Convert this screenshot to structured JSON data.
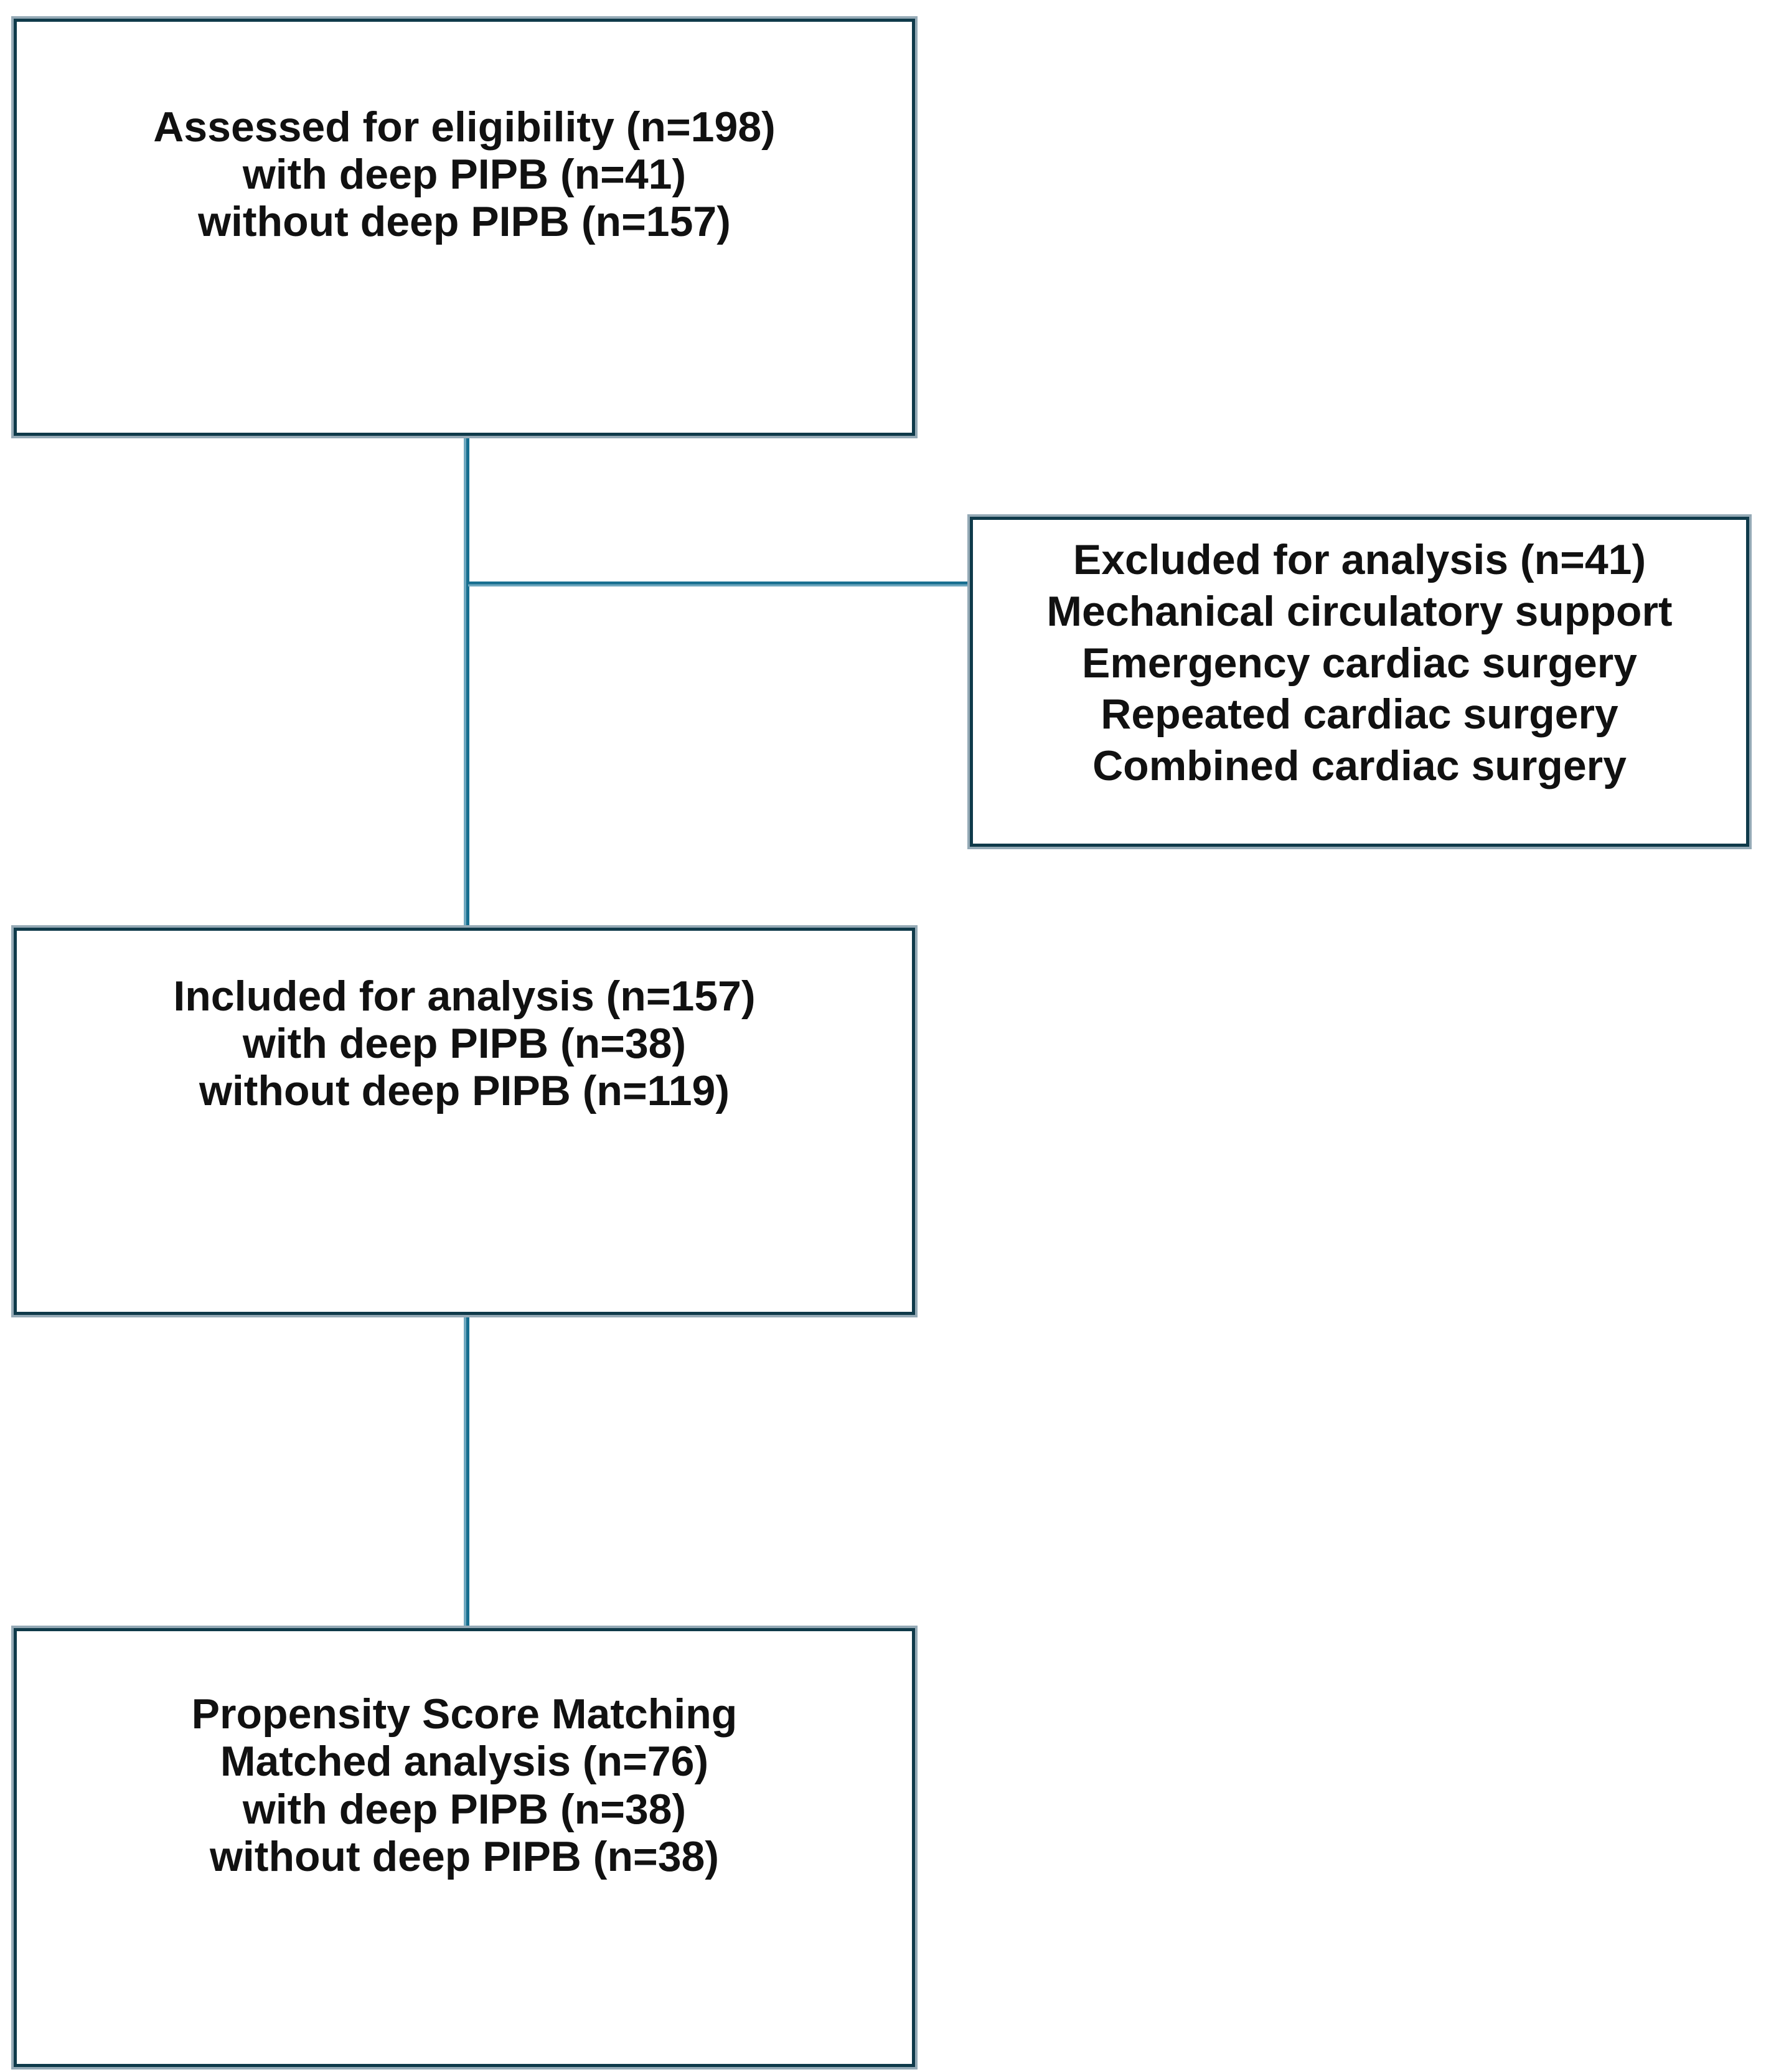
{
  "diagram": {
    "type": "patient-flow-chart",
    "background": "#ffffff",
    "colors": {
      "box_border": "#0f3a4a",
      "box_outline": "#95aab6",
      "connector_dark": "#176f90",
      "connector_light": "#6fa8bf",
      "text": "#111111"
    },
    "boxes": [
      {
        "id": "assessed",
        "lines": [
          "Assessed for eligibility (n=198)",
          "with deep PIPB (n=41)",
          "without deep PIPB (n=157)"
        ]
      },
      {
        "id": "excluded",
        "lines": [
          "Excluded for analysis (n=41)",
          "Mechanical circulatory support",
          "Emergency cardiac surgery",
          "Repeated cardiac surgery",
          "Combined cardiac surgery"
        ]
      },
      {
        "id": "included",
        "lines": [
          "Included for analysis (n=157)",
          "with deep PIPB (n=38)",
          "without deep PIPB (n=119)"
        ]
      },
      {
        "id": "matched",
        "lines": [
          "Propensity Score Matching",
          "Matched analysis (n=76)",
          "with deep PIPB (n=38)",
          "without deep PIPB (n=38)"
        ]
      }
    ]
  }
}
